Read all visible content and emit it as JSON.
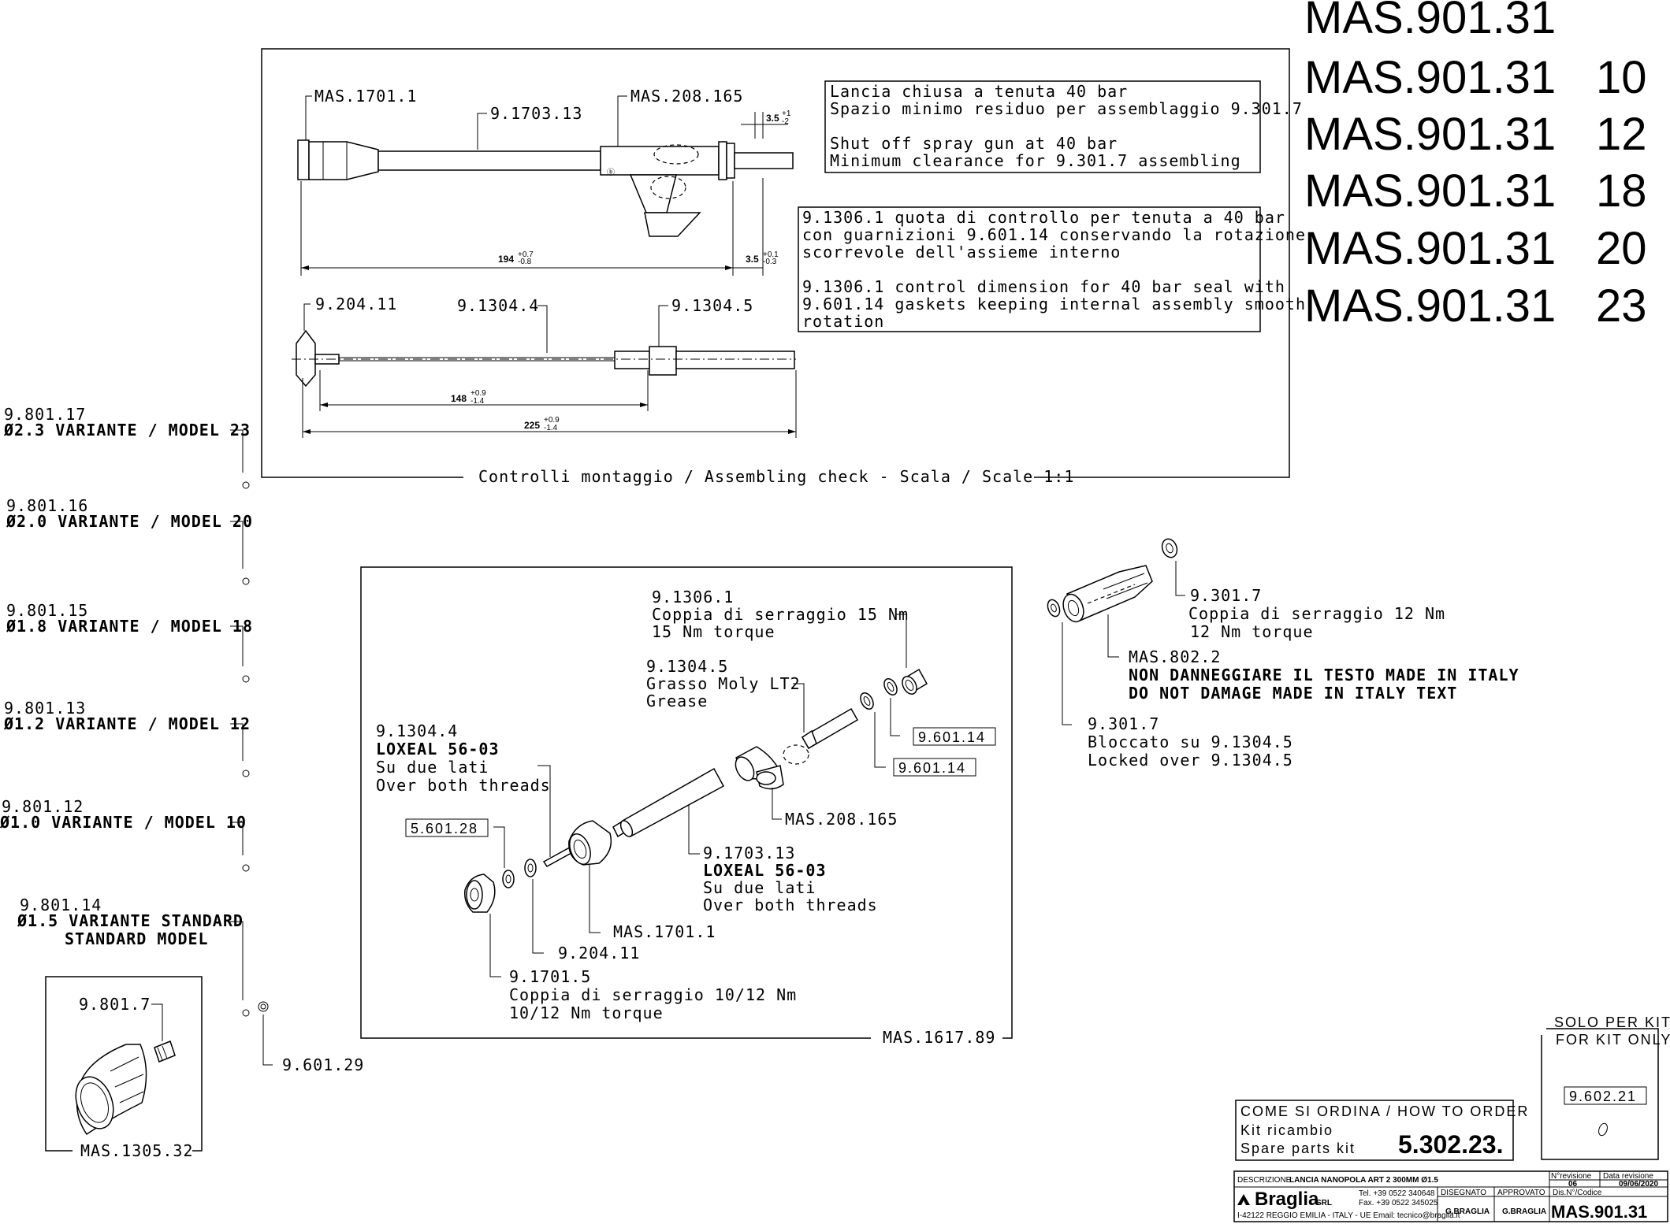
{
  "codes": {
    "base": "MAS.901.31",
    "variants": [
      {
        "code": "MAS.901.31",
        "suffix": "10"
      },
      {
        "code": "MAS.901.31",
        "suffix": "12"
      },
      {
        "code": "MAS.901.31",
        "suffix": "18"
      },
      {
        "code": "MAS.901.31",
        "suffix": "20"
      },
      {
        "code": "MAS.901.31",
        "suffix": "23"
      }
    ]
  },
  "assembly_check": {
    "caption": "Controlli montaggio / Assembling check - Scala / Scale 1:1",
    "labels": {
      "mas_1701_1": "MAS.1701.1",
      "p_9_1703_13": "9.1703.13",
      "mas_208_165": "MAS.208.165",
      "p_9_204_11": "9.204.11",
      "p_9_1304_4": "9.1304.4",
      "p_9_1304_5": "9.1304.5"
    },
    "dimensions": {
      "d194": "194",
      "d194_tol_up": "+0.7",
      "d194_tol_dn": "-0.8",
      "d3_5_top": "3.5",
      "d3_5_top_tol_up": "+1",
      "d3_5_top_tol_dn": "-2",
      "d3_5": "3.5",
      "d3_5_tol_up": "+0.1",
      "d3_5_tol_dn": "-0.3",
      "d148": "148",
      "d148_tol_up": "+0.9",
      "d148_tol_dn": "-1.4",
      "d225": "225",
      "d225_tol_up": "+0.9",
      "d225_tol_dn": "-1.4"
    },
    "note1": [
      "Lancia chiusa a tenuta 40 bar",
      "Spazio minimo residuo per assemblaggio 9.301.7",
      "",
      "Shut off spray gun at 40 bar",
      "Minimum clearance for 9.301.7 assembling"
    ],
    "note2": [
      "9.1306.1 quota di controllo per tenuta a 40 bar",
      "con guarnizioni 9.601.14 conservando la rotazione",
      "scorrevole dell'assieme interno",
      "",
      "9.1306.1 control dimension for 40 bar seal with",
      "9.601.14 gaskets keeping internal assembly smooth",
      "rotation"
    ]
  },
  "variants_list": [
    {
      "code": "9.801.17",
      "desc": "Ø2.3 VARIANTE / MODEL 23"
    },
    {
      "code": "9.801.16",
      "desc": "Ø2.0 VARIANTE / MODEL 20"
    },
    {
      "code": "9.801.15",
      "desc": "Ø1.8 VARIANTE / MODEL 18"
    },
    {
      "code": "9.801.13",
      "desc": "Ø1.2 VARIANTE / MODEL 12"
    },
    {
      "code": "9.801.12",
      "desc": "Ø1.0 VARIANTE / MODEL 10"
    },
    {
      "code": "9.801.14",
      "desc": "Ø1.5 VARIANTE STANDARD",
      "desc2": "STANDARD MODEL"
    }
  ],
  "seal_part": "9.601.29",
  "nozzle_box": {
    "insert": "9.801.7",
    "body": "MAS.1305.32"
  },
  "exploded": {
    "kit_code": "MAS.1617.89",
    "c_9_1306_1": [
      "9.1306.1",
      "Coppia di serraggio 15 Nm",
      "15 Nm torque"
    ],
    "c_9_1304_5": [
      "9.1304.5",
      "Grasso Moly LT2",
      "Grease"
    ],
    "c_9_1304_4": [
      "9.1304.4",
      "LOXEAL 56-03",
      "Su due lati",
      "Over both threads"
    ],
    "c_9_1703_13": [
      "9.1703.13",
      "LOXEAL 56-03",
      "Su due lati",
      "Over both threads"
    ],
    "c_mas_208_165": "MAS.208.165",
    "c_mas_1701_1": "MAS.1701.1",
    "c_9_204_11": "9.204.11",
    "c_9_1701_5": [
      "9.1701.5",
      "Coppia di serraggio 10/12 Nm",
      "10/12 Nm torque"
    ],
    "boxed_gasket_a": "9.601.14",
    "boxed_gasket_b": "9.601.14",
    "boxed_gasket_c": "5.601.28"
  },
  "handle": {
    "c_9_301_7_top": [
      "9.301.7",
      "Coppia di serraggio 12 Nm",
      "12 Nm torque"
    ],
    "c_mas_802_2": [
      "MAS.802.2",
      "NON DANNEGGIARE IL TESTO MADE IN ITALY",
      "DO NOT DAMAGE MADE IN ITALY TEXT"
    ],
    "c_9_301_7_bottom": [
      "9.301.7",
      "Bloccato su 9.1304.5",
      "Locked over 9.1304.5"
    ]
  },
  "kit_only": {
    "title1": "SOLO PER KIT",
    "title2": "FOR KIT ONLY",
    "part": "9.602.21"
  },
  "order": {
    "title": "COME SI ORDINA / HOW TO ORDER",
    "line1": "Kit ricambio",
    "line2": "Spare parts kit",
    "kit_number": "5.302.23."
  },
  "title_block": {
    "desc_label": "DESCRIZIONE:",
    "desc_value": "LANCIA NANOPOLA ART 2 300MM Ø1.5",
    "rev_label": "N°revisione",
    "rev_value": "06",
    "date_label": "Data revisione",
    "date_value": "09/06/2020",
    "company": "Braglia",
    "company_suffix": "SRL",
    "tel": "Tel. +39 0522 340648",
    "fax": "Fax. +39 0522 345025",
    "address": "I-42122 REGGIO EMILIA - ITALY - UE Email: tecnico@braglia.it",
    "drawn_label": "DISEGNATO",
    "drawn_value": "G.BRAGLIA",
    "approved_label": "APPROVATO",
    "approved_value": "G.BRAGLIA",
    "code_label": "Dis.N°/Codice",
    "code_value": "MAS.901.31"
  }
}
